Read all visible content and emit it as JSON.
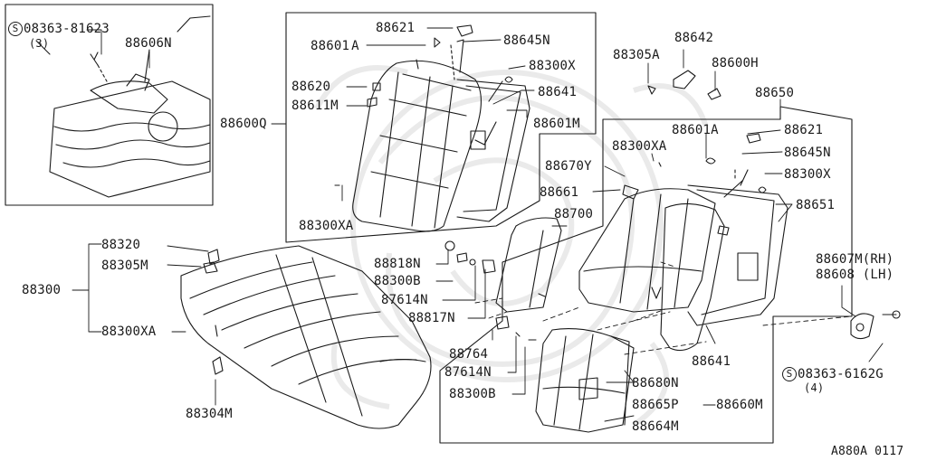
{
  "colors": {
    "line": "#1a1a1a",
    "highlight": "#8f8fdb",
    "watermark": "#e6e6e6",
    "background": "#ffffff"
  },
  "labels": {
    "screw_08363_81623": "08363-81623",
    "qty_3": "(3)",
    "p88606N": "88606N",
    "p88621_top": "88621",
    "p88601A_top_num": "88601",
    "p88601A_top_suffix": "A",
    "p88645N_top": "88645N",
    "p88300X_top": "88300X",
    "p88620": "88620",
    "p88611M": "88611M",
    "p88641_top": "88641",
    "p88601M": "88601M",
    "p88600Q": "88600Q",
    "p88300XA_left": "88300XA",
    "p88305A": "88305A",
    "p88642": "88642",
    "p88600H": "88600H",
    "p88650": "88650",
    "p88601A_right": "88601A",
    "p88621_right": "88621",
    "p88300XA_mid": "88300XA",
    "p88645N_right": "88645N",
    "p88670Y": "88670Y",
    "p88300X_right": "88300X",
    "p88661": "88661",
    "p88700": "88700",
    "p88651": "88651",
    "p88320": "88320",
    "p88305M": "88305M",
    "p88300": "88300",
    "p88300XA_bottom": "88300XA",
    "p88818N": "88818N",
    "p88300B_top": "88300B",
    "p87614N_top": "87614N",
    "p88817N": "88817N",
    "p88607M": "88607M(RH)",
    "p88608": "88608  (LH)",
    "p88764": "88764",
    "p87614N_bottom": "87614N",
    "p88300B_bottom": "88300B",
    "p88641_bottom": "88641",
    "screw_08363_6162G": "08363-6162G",
    "qty_4": "(4)",
    "p88304M": "88304M",
    "p88680N": "88680N",
    "p88665P": "88665P",
    "p88660M": "88660M",
    "p88664M": "88664M",
    "drawing_code": "A880A 0117",
    "s_symbol": "S"
  }
}
